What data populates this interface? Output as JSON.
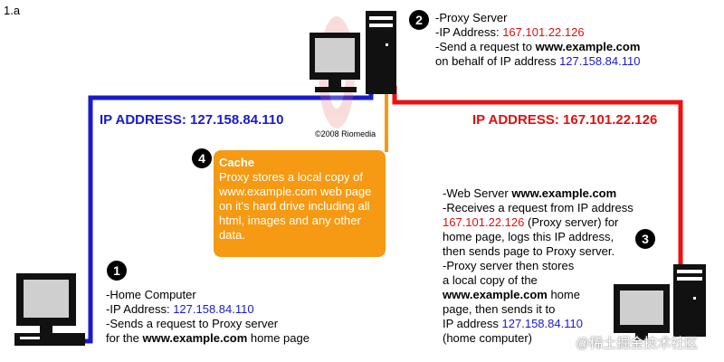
{
  "figure_label": "1.a",
  "colors": {
    "blue_line": "#1a1acc",
    "red_line": "#ee1111",
    "orange_line": "#f59a12",
    "cache_box": "#f59a12"
  },
  "proxy": {
    "number": "2",
    "line1": "-Proxy Server",
    "line2_prefix": "-IP Address: ",
    "line2_ip": "167.101.22.126",
    "line3_prefix": "-Send a request to ",
    "line3_site": "www.example.com",
    "line4_prefix": "on behalf of IP address ",
    "line4_ip": "127.158.84.110",
    "copyright": "©2008 Riomedia"
  },
  "left_ip_label": "IP ADDRESS: 127.158.84.110",
  "right_ip_label": "IP ADDRESS: 167.101.22.126",
  "cache": {
    "number": "4",
    "title": "Cache",
    "body": "Proxy stores a local copy of www.example.com web page on it's hard drive including all html, images and any other data."
  },
  "home": {
    "number": "1",
    "line1": "-Home Computer",
    "line2_prefix": "-IP Address: ",
    "line2_ip": "127.158.84.110",
    "line3": "-Sends a request to Proxy server",
    "line4_prefix": "for the ",
    "line4_site": "www.example.com",
    "line4_suffix": " home page"
  },
  "web": {
    "number": "3",
    "line1_prefix": "-Web Server ",
    "line1_site": "www.example.com",
    "line2": "-Receives a request from IP address",
    "line3_ip": "167.101.22.126",
    "line3_suffix": " (Proxy server) for",
    "line4": "home page, logs this IP address,",
    "line5": "then sends page to Proxy server.",
    "line6": "-Proxy server then stores",
    "line7": "a local copy of the",
    "line8_site": "www.example.com",
    "line8_suffix": " home",
    "line9": "page, then sends it to",
    "line10_prefix": "IP address ",
    "line10_ip": "127.158.84.110",
    "line11": "(home computer)"
  },
  "watermark": "@稀土掘金技术社区"
}
